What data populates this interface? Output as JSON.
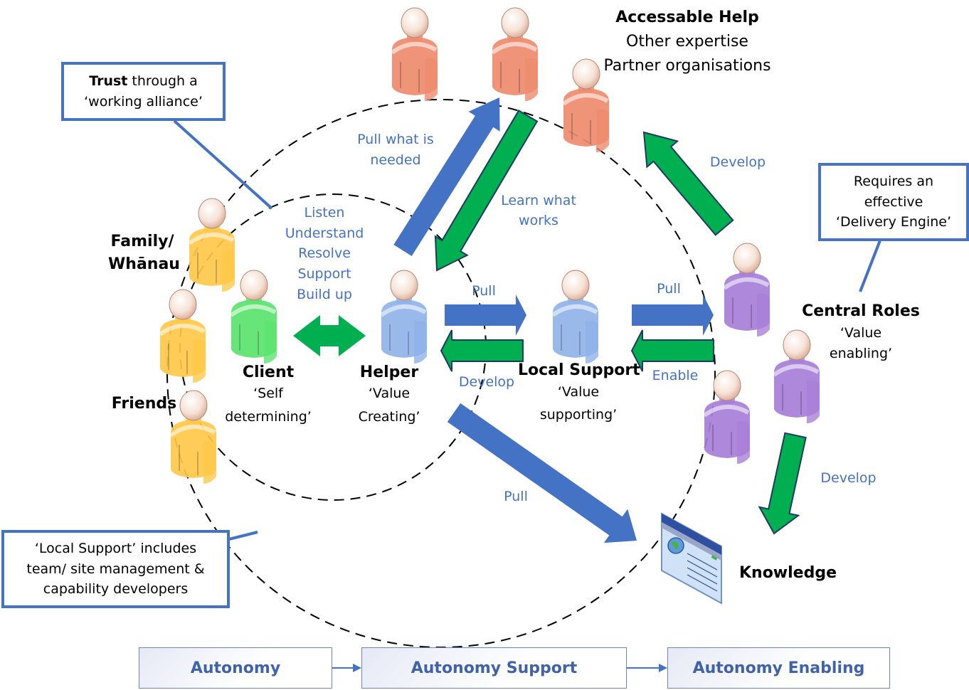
{
  "colors": {
    "accent_blue": "#4472C4",
    "accent_green": "#00B050",
    "arrow_outline": "#1F3864",
    "callout_border": "#4472C4",
    "text_dark": "#000000",
    "people": {
      "accessible_help": "#EE8B6E",
      "family_friends": "#FFC84A",
      "client": "#5BE36E",
      "helper_local": "#8FB3E8",
      "central_roles": "#A77FD8"
    }
  },
  "groups": {
    "accessible_help": {
      "title": "Accessable Help",
      "line1": "Other expertise",
      "line2": "Partner organisations"
    },
    "family": {
      "line1": "Family/",
      "line2": "Whānau"
    },
    "friends": {
      "title": "Friends"
    },
    "client": {
      "title": "Client",
      "line1": "‘Self",
      "line2": "determining’"
    },
    "helper": {
      "title": "Helper",
      "line1": "‘Value",
      "line2": "Creating’"
    },
    "local_support": {
      "title": "Local Support",
      "line1": "‘Value",
      "line2": "supporting’"
    },
    "central_roles": {
      "title": "Central Roles",
      "line1": "‘Value",
      "line2": "enabling’"
    },
    "knowledge": {
      "title": "Knowledge",
      "icon": "web-page-icon"
    }
  },
  "helper_actions": [
    "Listen",
    "Understand",
    "Resolve",
    "Support",
    "Build up"
  ],
  "flow_labels": {
    "pull_needed_1": "Pull what is",
    "pull_needed_2": "needed",
    "learn_1": "Learn what",
    "learn_2": "works",
    "develop_top": "Develop",
    "pull_helper_local": "Pull",
    "develop_local_helper": "Develop",
    "pull_local_central": "Pull",
    "enable": "Enable",
    "pull_knowledge": "Pull",
    "develop_knowledge": "Develop"
  },
  "callouts": {
    "trust": {
      "bold": "Trust",
      "rest": " through a",
      "line2": "‘working alliance’"
    },
    "delivery": {
      "line1": "Requires an",
      "line2": "effective",
      "line3": "‘Delivery Engine’"
    },
    "local_support": {
      "line1": "‘Local Support’ includes",
      "line2": "team/ site management &",
      "line3": "capability developers"
    }
  },
  "flow_bar": [
    "Autonomy",
    "Autonomy Support",
    "Autonomy Enabling"
  ]
}
